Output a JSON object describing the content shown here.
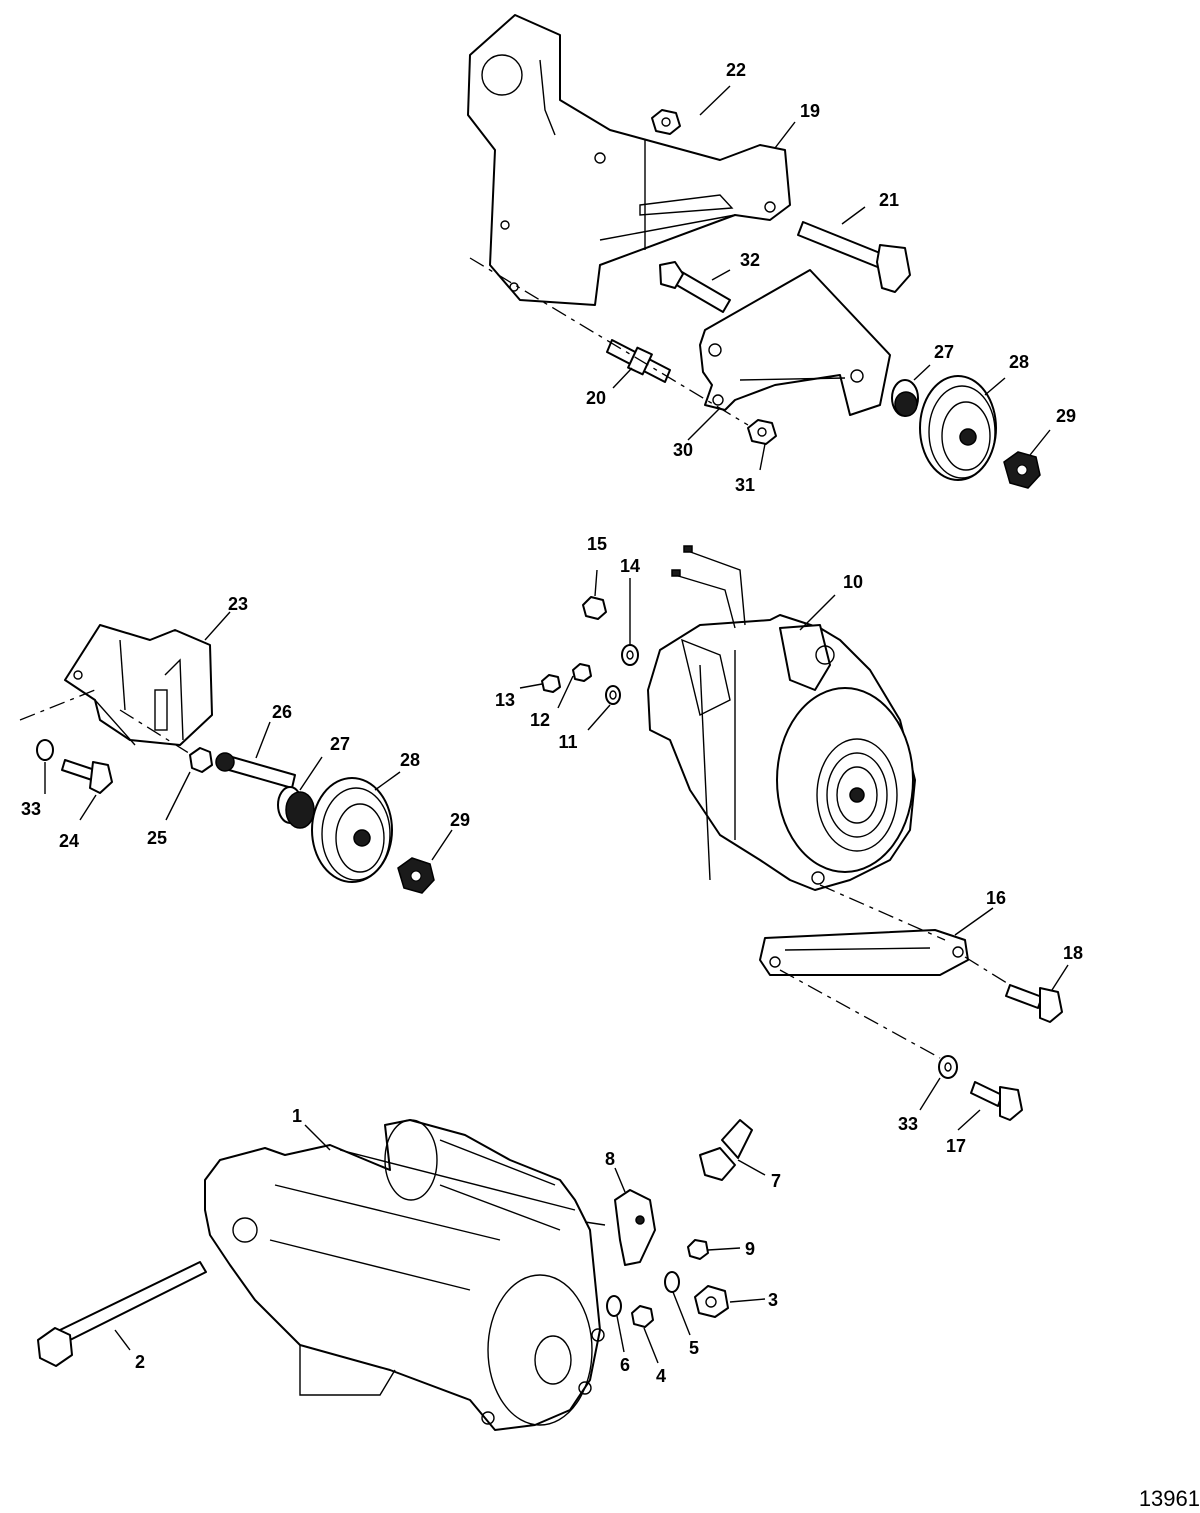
{
  "figure_number": "13961",
  "callouts": [
    {
      "id": "c1",
      "label": "1"
    },
    {
      "id": "c2",
      "label": "2"
    },
    {
      "id": "c3",
      "label": "3"
    },
    {
      "id": "c4",
      "label": "4"
    },
    {
      "id": "c5",
      "label": "5"
    },
    {
      "id": "c6",
      "label": "6"
    },
    {
      "id": "c7",
      "label": "7"
    },
    {
      "id": "c8",
      "label": "8"
    },
    {
      "id": "c9",
      "label": "9"
    },
    {
      "id": "c10",
      "label": "10"
    },
    {
      "id": "c11",
      "label": "11"
    },
    {
      "id": "c12",
      "label": "12"
    },
    {
      "id": "c13",
      "label": "13"
    },
    {
      "id": "c14",
      "label": "14"
    },
    {
      "id": "c15",
      "label": "15"
    },
    {
      "id": "c16",
      "label": "16"
    },
    {
      "id": "c17",
      "label": "17"
    },
    {
      "id": "c18",
      "label": "18"
    },
    {
      "id": "c19",
      "label": "19"
    },
    {
      "id": "c20",
      "label": "20"
    },
    {
      "id": "c21",
      "label": "21"
    },
    {
      "id": "c22",
      "label": "22"
    },
    {
      "id": "c23",
      "label": "23"
    },
    {
      "id": "c24",
      "label": "24"
    },
    {
      "id": "c25",
      "label": "25"
    },
    {
      "id": "c26",
      "label": "26"
    },
    {
      "id": "c27a",
      "label": "27"
    },
    {
      "id": "c27b",
      "label": "27"
    },
    {
      "id": "c28a",
      "label": "28"
    },
    {
      "id": "c28b",
      "label": "28"
    },
    {
      "id": "c29a",
      "label": "29"
    },
    {
      "id": "c29b",
      "label": "29"
    },
    {
      "id": "c30",
      "label": "30"
    },
    {
      "id": "c31",
      "label": "31"
    },
    {
      "id": "c32",
      "label": "32"
    },
    {
      "id": "c33a",
      "label": "33"
    },
    {
      "id": "c33b",
      "label": "33"
    }
  ]
}
